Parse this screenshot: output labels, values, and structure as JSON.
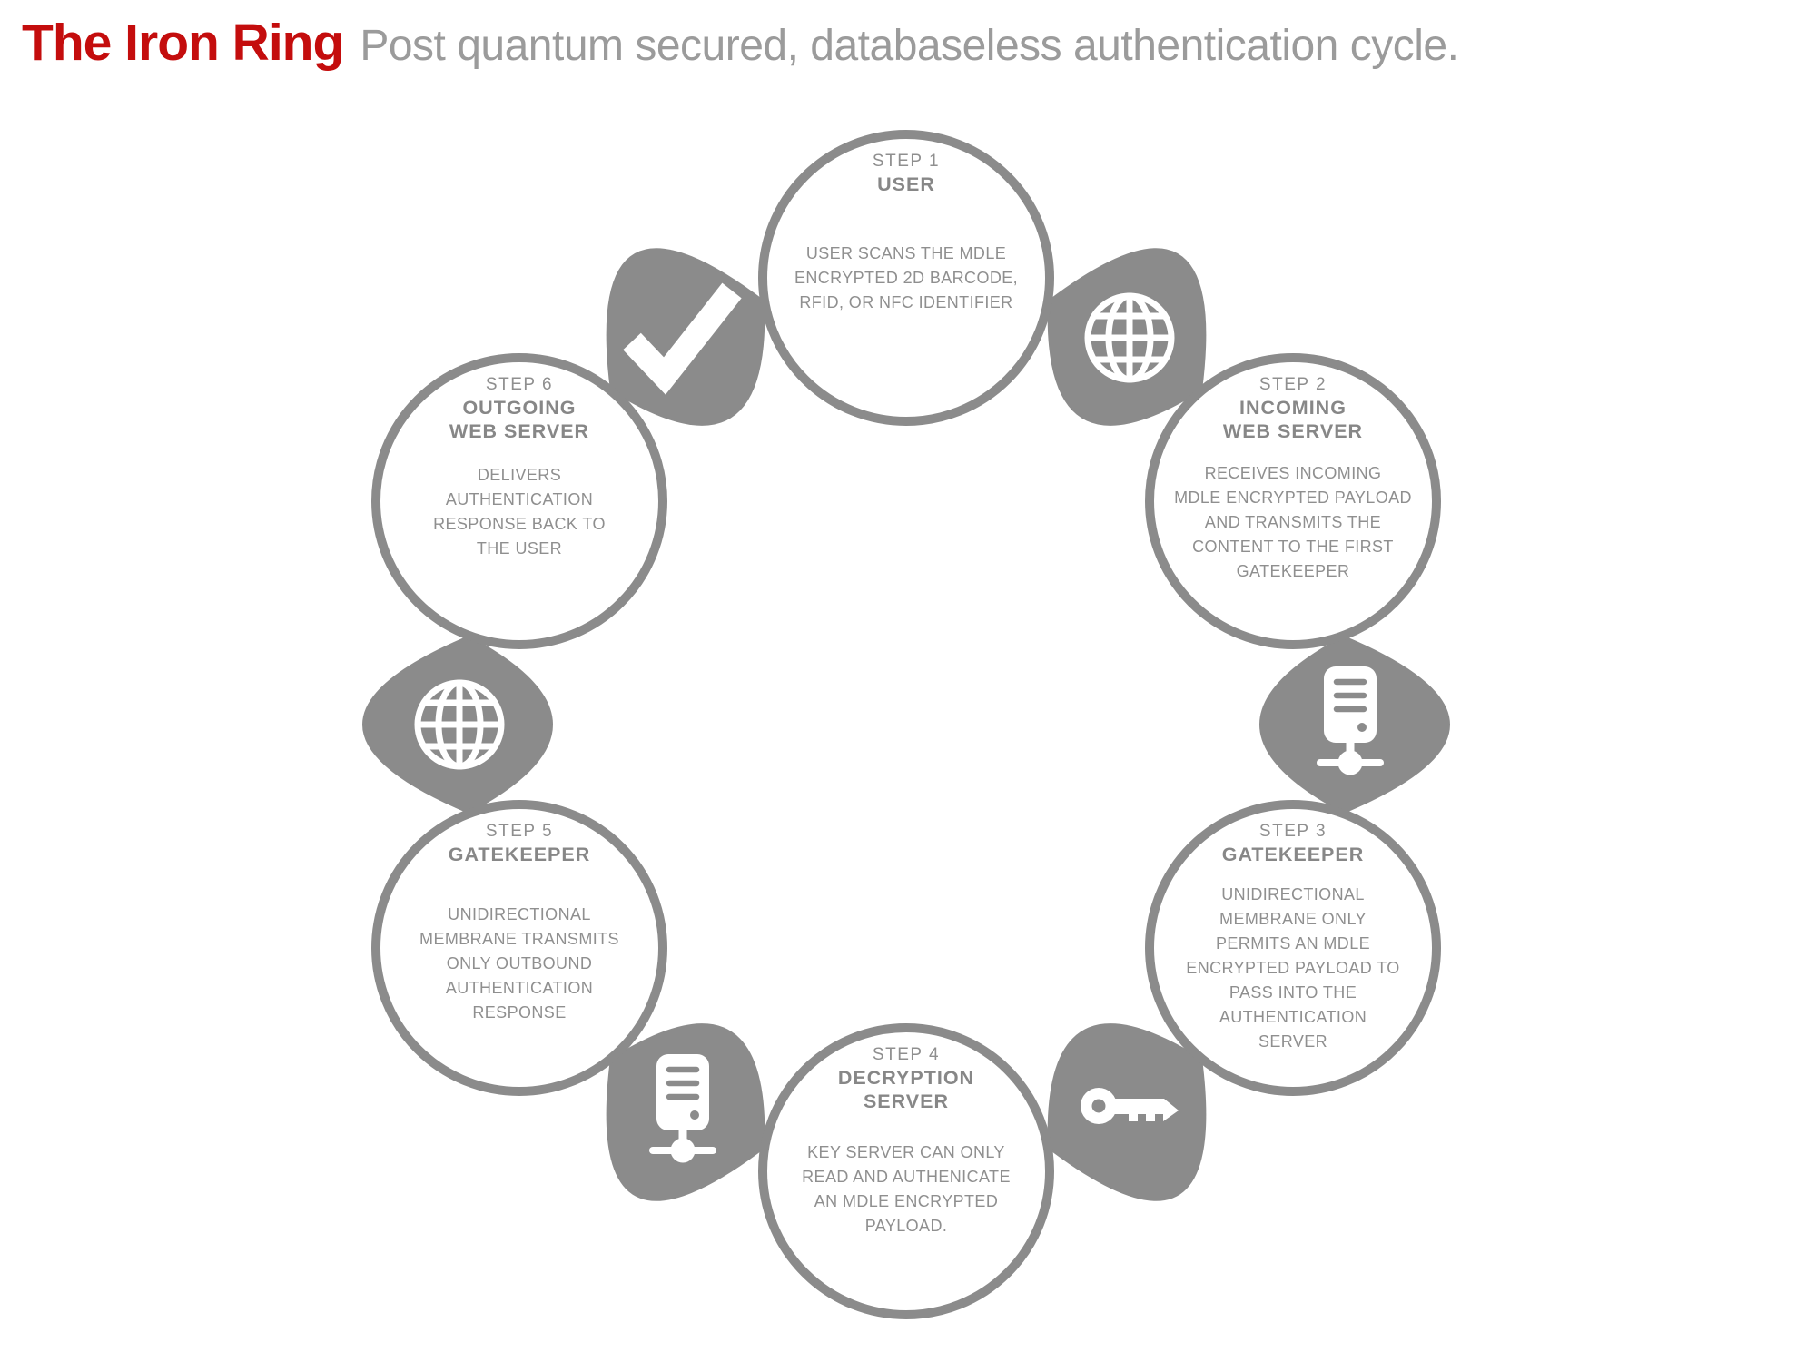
{
  "header": {
    "title": "The Iron Ring",
    "subtitle": "Post quantum secured, databaseless authentication cycle."
  },
  "colors": {
    "accent_red": "#c40d0d",
    "ring_gray": "#8b8b8b",
    "text_gray": "#8f8f8f",
    "background": "#ffffff"
  },
  "steps": [
    {
      "label": "STEP 1",
      "name": "USER",
      "body": "USER SCANS THE MDLE\nENCRYPTED 2D BARCODE,\nRFID, OR NFC IDENTIFIER"
    },
    {
      "label": "STEP 2",
      "name": "INCOMING\nWEB SERVER",
      "body": "RECEIVES INCOMING\nMDLE ENCRYPTED PAYLOAD\nAND TRANSMITS THE\nCONTENT TO THE FIRST\nGATEKEEPER"
    },
    {
      "label": "STEP 3",
      "name": "GATEKEEPER",
      "body": "UNIDIRECTIONAL\nMEMBRANE ONLY\nPERMITS AN MDLE\nENCRYPTED PAYLOAD TO\nPASS INTO THE\nAUTHENTICATION\nSERVER"
    },
    {
      "label": "STEP 4",
      "name": "DECRYPTION\nSERVER",
      "body": "KEY SERVER CAN ONLY\nREAD AND AUTHENICATE\nAN MDLE ENCRYPTED\nPAYLOAD."
    },
    {
      "label": "STEP 5",
      "name": "GATEKEEPER",
      "body": "UNIDIRECTIONAL\nMEMBRANE TRANSMITS\nONLY OUTBOUND\nAUTHENTICATION\nRESPONSE"
    },
    {
      "label": "STEP 6",
      "name": "OUTGOING\nWEB SERVER",
      "body": "DELIVERS\nAUTHENTICATION\nRESPONSE BACK TO\nTHE USER"
    }
  ],
  "icons": [
    {
      "name": "globe-icon",
      "between": "step-1 and step-2"
    },
    {
      "name": "server-icon",
      "between": "step-2 and step-3"
    },
    {
      "name": "key-icon",
      "between": "step-3 and step-4"
    },
    {
      "name": "server-icon",
      "between": "step-4 and step-5"
    },
    {
      "name": "globe-icon",
      "between": "step-5 and step-6"
    },
    {
      "name": "check-icon",
      "between": "step-6 and step-1"
    }
  ]
}
